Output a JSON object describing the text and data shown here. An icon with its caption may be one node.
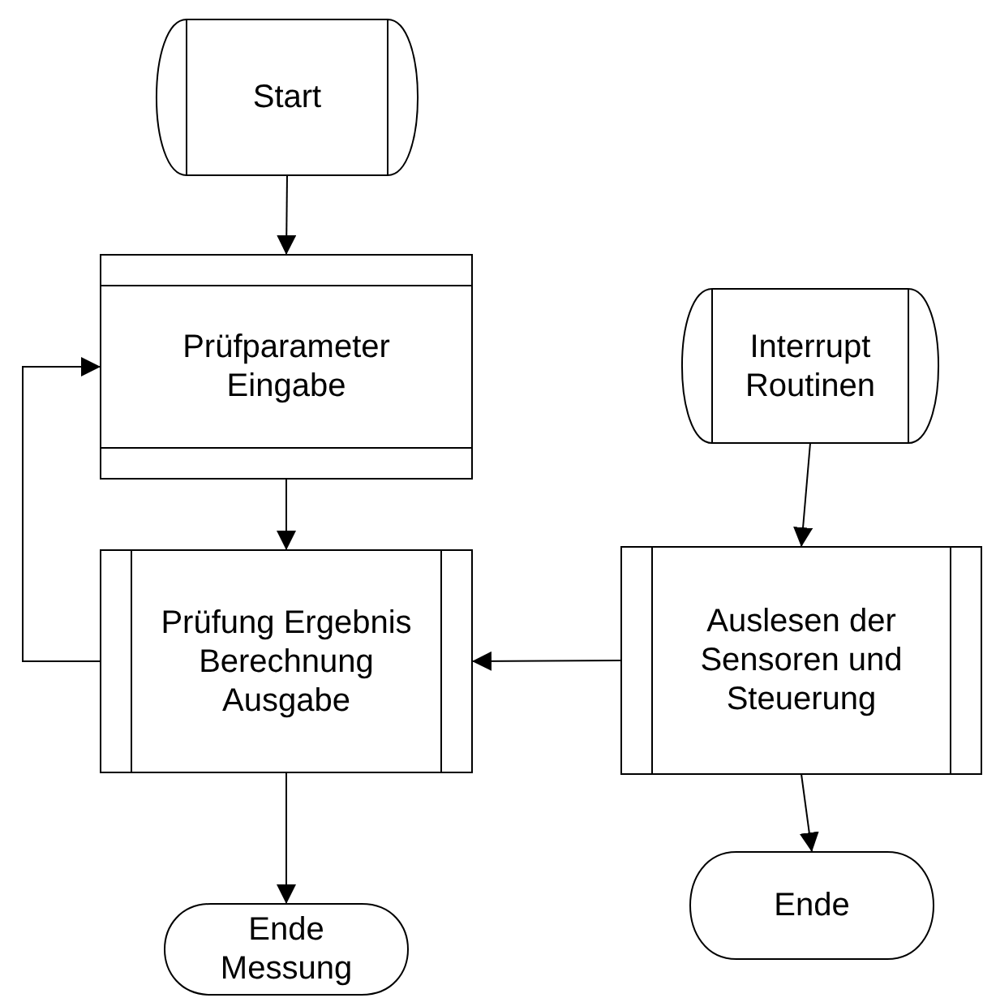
{
  "diagram": {
    "nodes": [
      {
        "text": [
          "Start"
        ]
      },
      {
        "text": [
          "Prüfparameter Eingabe"
        ]
      },
      {
        "text": [
          "Prüfung Ergebnis Berechnung Ausgabe"
        ]
      },
      {
        "text": [
          "Interrupt Routinen"
        ]
      },
      {
        "text": [
          "Auslesen der Sensoren und Steuerung"
        ]
      },
      {
        "text": [
          "Ende"
        ]
      },
      {
        "text": [
          "Ende Messung"
        ]
      }
    ],
    "edges": [
      {
        "from": 0,
        "to": 1,
        "arrow": "to"
      },
      {
        "from": 1,
        "to": 2,
        "arrow": "to"
      },
      {
        "from": 2,
        "to": 1,
        "arrow": "to"
      },
      {
        "from": 3,
        "to": 4,
        "arrow": "to"
      },
      {
        "from": 4,
        "to": 2,
        "arrow": "to"
      },
      {
        "from": 4,
        "to": 5,
        "arrow": "to"
      },
      {
        "from": 2,
        "to": 6,
        "arrow": "to"
      }
    ]
  }
}
